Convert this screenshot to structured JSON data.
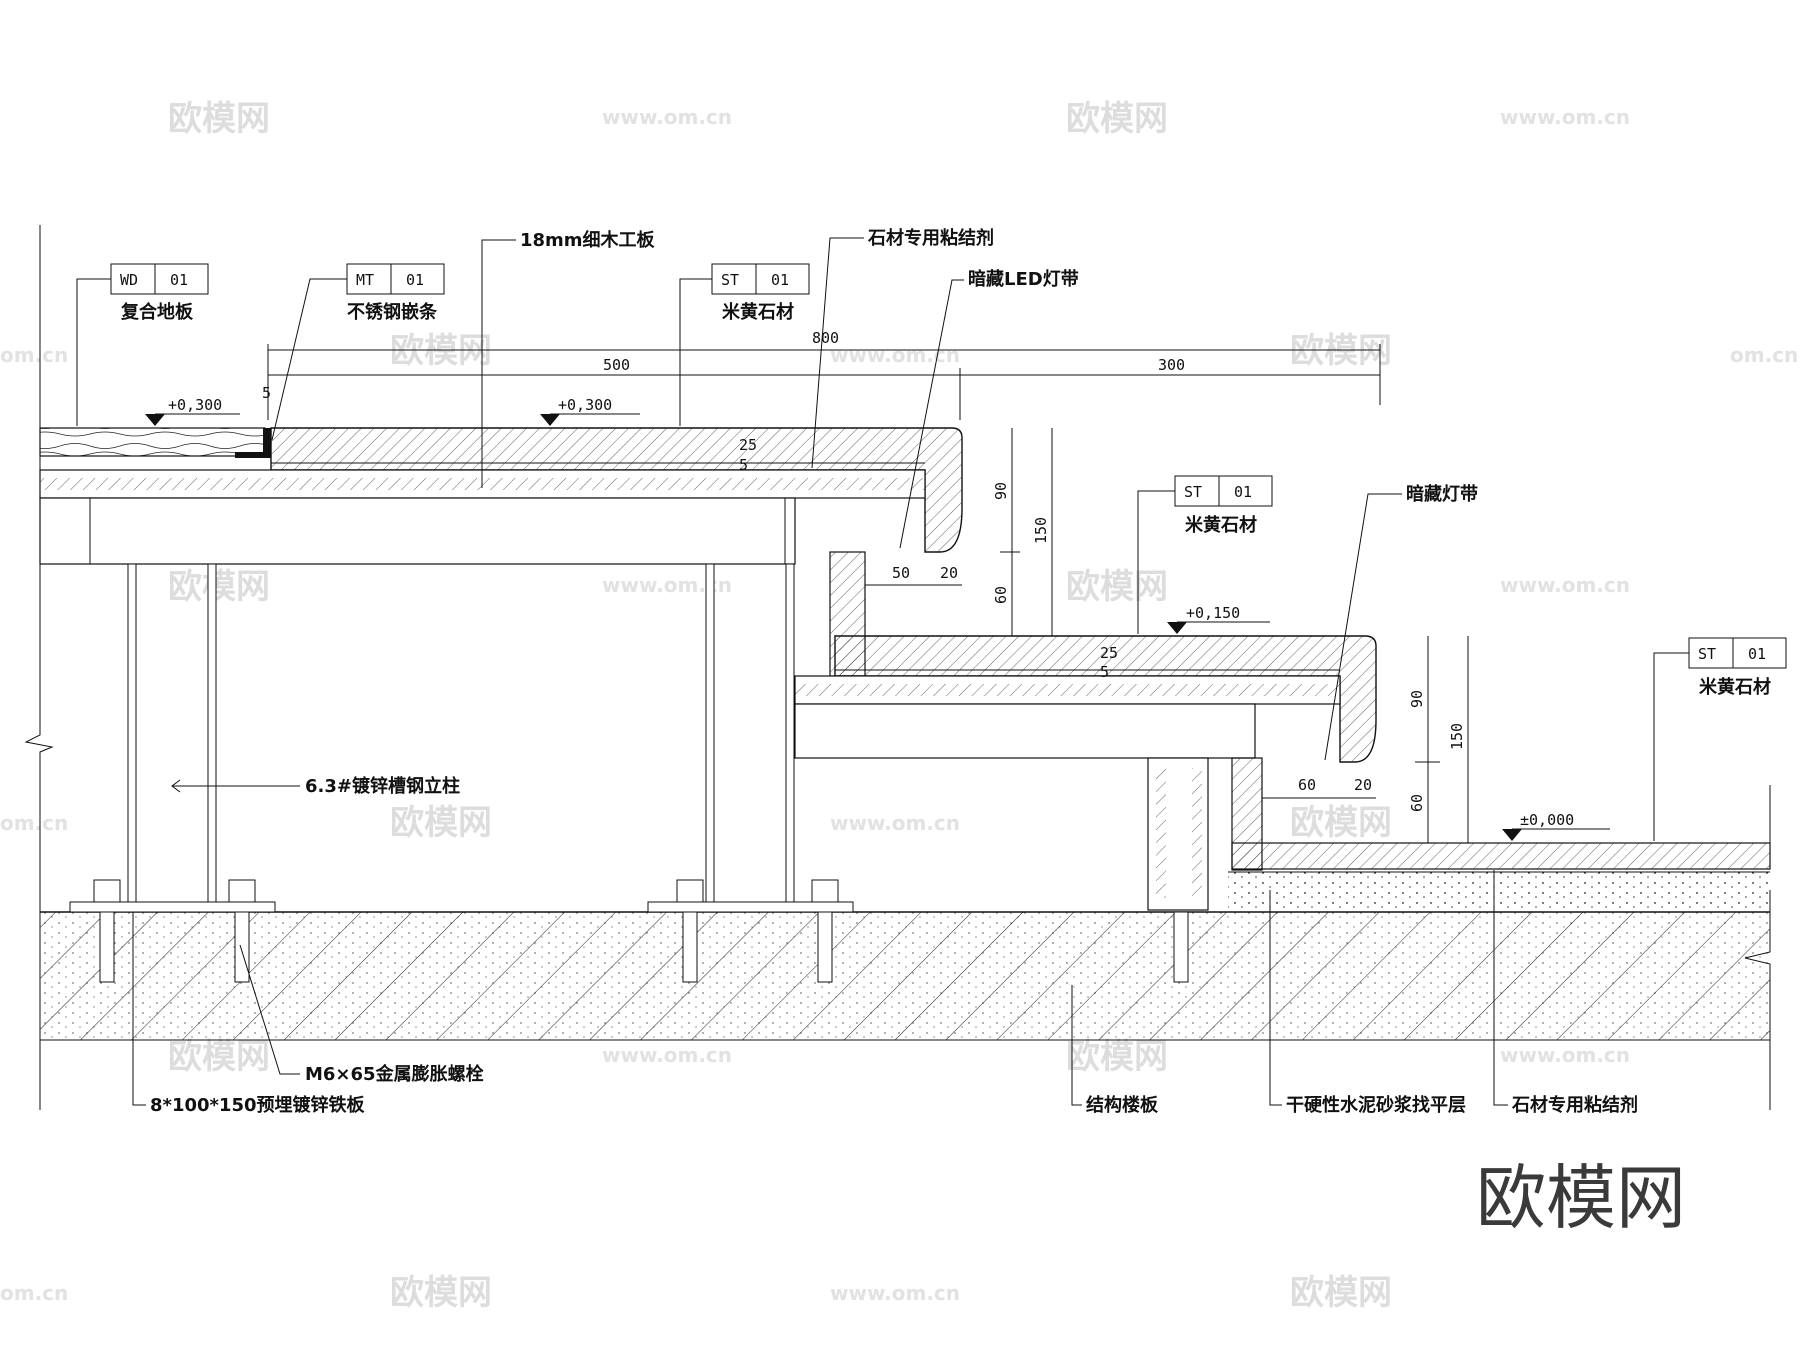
{
  "labels": {
    "wood_board": "18mm细木工板",
    "stone_glue_top": "石材专用粘结剂",
    "led_strip": "暗藏LED灯带",
    "hidden_strip": "暗藏灯带",
    "channel_post": "6.3#镀锌槽钢立柱",
    "bolt": "M6×65金属膨胀螺栓",
    "plate": "8*100*150预埋镀锌铁板",
    "slab": "结构楼板",
    "mortar": "干硬性水泥砂浆找平层",
    "stone_glue_bottom": "石材专用粘结剂"
  },
  "tags": [
    {
      "code": "WD",
      "num": "01",
      "name": "复合地板"
    },
    {
      "code": "MT",
      "num": "01",
      "name": "不锈钢嵌条"
    },
    {
      "code": "ST",
      "num": "01",
      "name": "米黄石材"
    },
    {
      "code": "ST",
      "num": "01",
      "name": "米黄石材"
    },
    {
      "code": "ST",
      "num": "01",
      "name": "米黄石材"
    }
  ],
  "levels": {
    "wood": "+0,300",
    "stone_top": "+0,300",
    "mid": "+0,150",
    "floor": "±0,000"
  },
  "dims": {
    "total": "800",
    "left_span": "500",
    "right_span": "300",
    "gap": "5",
    "thick_top": "25",
    "thick_top2": "5",
    "h90_top": "90",
    "h60_top": "60",
    "h150_top": "150",
    "w50_top": "50",
    "w20_top": "20",
    "thick_mid": "25",
    "thick_mid2": "5",
    "h90_mid": "90",
    "h60_mid": "60",
    "h150_mid": "150",
    "w60_mid": "60",
    "w20_mid": "20"
  },
  "watermark": {
    "brand": "欧模网",
    "url": "www.om.cn",
    "small": "om.cn"
  }
}
